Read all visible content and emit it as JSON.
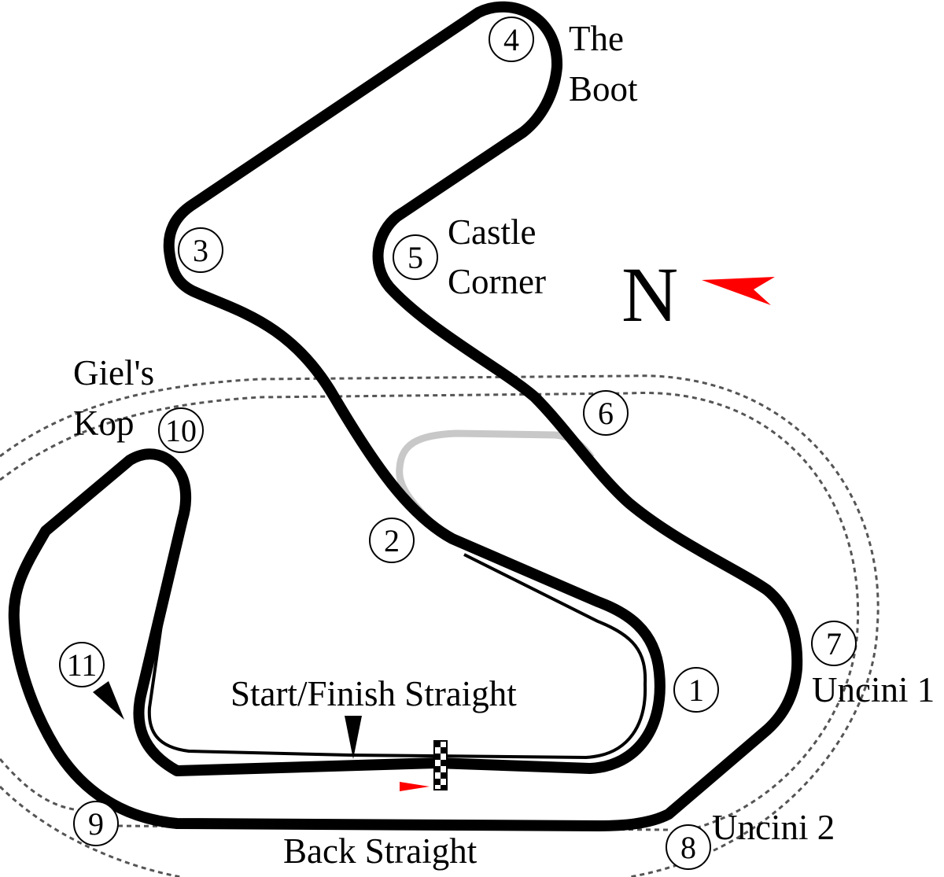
{
  "colors": {
    "track": "#000000",
    "disused": "#c8c8c8",
    "arrow": "#ff0000",
    "outline": "#555555"
  },
  "north_label": "N",
  "corners": [
    {
      "num": "1"
    },
    {
      "num": "2"
    },
    {
      "num": "3"
    },
    {
      "num": "4"
    },
    {
      "num": "5"
    },
    {
      "num": "6"
    },
    {
      "num": "7"
    },
    {
      "num": "8"
    },
    {
      "num": "9"
    },
    {
      "num": "10"
    },
    {
      "num": "11"
    }
  ],
  "labels": {
    "the": "The",
    "boot": "Boot",
    "castle": "Castle",
    "corner": "Corner",
    "giels": "Giel's",
    "kop": "Kop",
    "start_finish": "Start/Finish Straight",
    "uncini1": "Uncini 1",
    "uncini2": "Uncini 2",
    "back_straight": "Back Straight"
  }
}
